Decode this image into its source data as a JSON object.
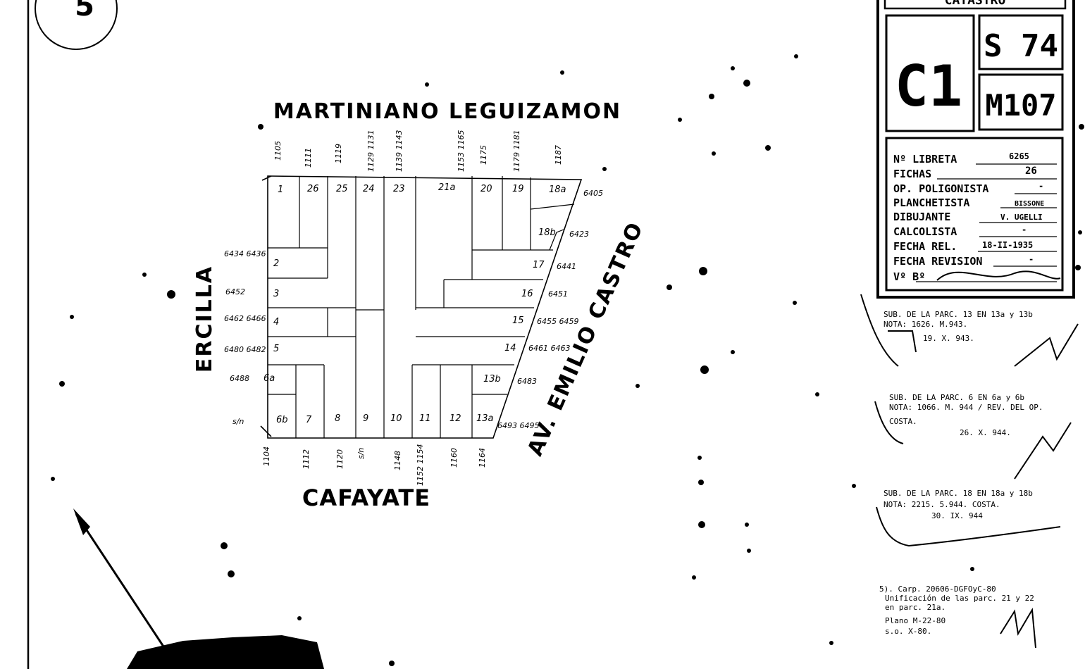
{
  "corner_label": "5",
  "streets": {
    "north": "MARTINIANO LEGUIZAMON",
    "west": "ERCILLA",
    "east": "AV. EMILIO CASTRO",
    "south": "CAFAYATE"
  },
  "north_door_numbers": [
    "1105",
    "1111",
    "1119",
    "1129 1131",
    "1139 1143",
    "1153 1165",
    "1175",
    "1179 1181",
    "1187"
  ],
  "south_door_numbers": [
    "1104",
    "1112",
    "1120",
    "s/n",
    "1148",
    "1152 1154",
    "1160",
    "1164"
  ],
  "west_door_numbers": [
    "6434 6436",
    "6452",
    "6462 6466",
    "6480 6482",
    "6488",
    "s/n"
  ],
  "east_door_numbers": [
    "6405",
    "6423",
    "6441",
    "6451",
    "6455 6459",
    "6461 6463",
    "6483",
    "6493 6495"
  ],
  "lots": {
    "top": [
      "1",
      "26",
      "25",
      "24",
      "23",
      "21a",
      "20",
      "19",
      "18a"
    ],
    "left": [
      "2",
      "3",
      "4",
      "5",
      "6a"
    ],
    "right": [
      "18b",
      "17",
      "16",
      "15",
      "14",
      "13b"
    ],
    "bottom": [
      "6b",
      "7",
      "8",
      "9",
      "10",
      "11",
      "12",
      "13a"
    ]
  },
  "title_block": {
    "header": "CATASTRO",
    "circ": "C1",
    "seccion": "S 74",
    "manzana": "M107",
    "rows": [
      {
        "label": "Nº LIBRETA",
        "value": "6265"
      },
      {
        "label": "FICHAS",
        "value": "26"
      },
      {
        "label": "OP. POLIGONISTA",
        "value": "-"
      },
      {
        "label": "PLANCHETISTA",
        "value": "BISSONE"
      },
      {
        "label": "DIBUJANTE",
        "value": "V. UGELLI"
      },
      {
        "label": "CALCOLISTA",
        "value": "-"
      },
      {
        "label": "FECHA REL.",
        "value": "18-II-1935"
      },
      {
        "label": "FECHA REVISION",
        "value": "-"
      },
      {
        "label": "Vº Bº",
        "value": ""
      }
    ]
  },
  "notes": [
    {
      "lines": [
        "SUB. DE LA PARC. 13 EN 13a y 13b",
        "NOTA: 1626. M.943.",
        "19. X. 943."
      ]
    },
    {
      "lines": [
        "SUB. DE LA PARC. 6 EN 6a y 6b",
        "NOTA: 1066. M. 944 / REV. DEL OP.",
        "COSTA.",
        "26. X. 944."
      ]
    },
    {
      "lines": [
        "SUB. DE LA PARC. 18 EN 18a y 18b",
        "NOTA: 2215. 5.944. COSTA.",
        "30. IX. 944"
      ]
    },
    {
      "lines": [
        "5). Carp. 20606-DGFOyC-80",
        "Unificación de las parc. 21 y 22",
        "en parc. 21a.",
        "Plano M-22-80",
        "s.o. X-80."
      ]
    }
  ]
}
